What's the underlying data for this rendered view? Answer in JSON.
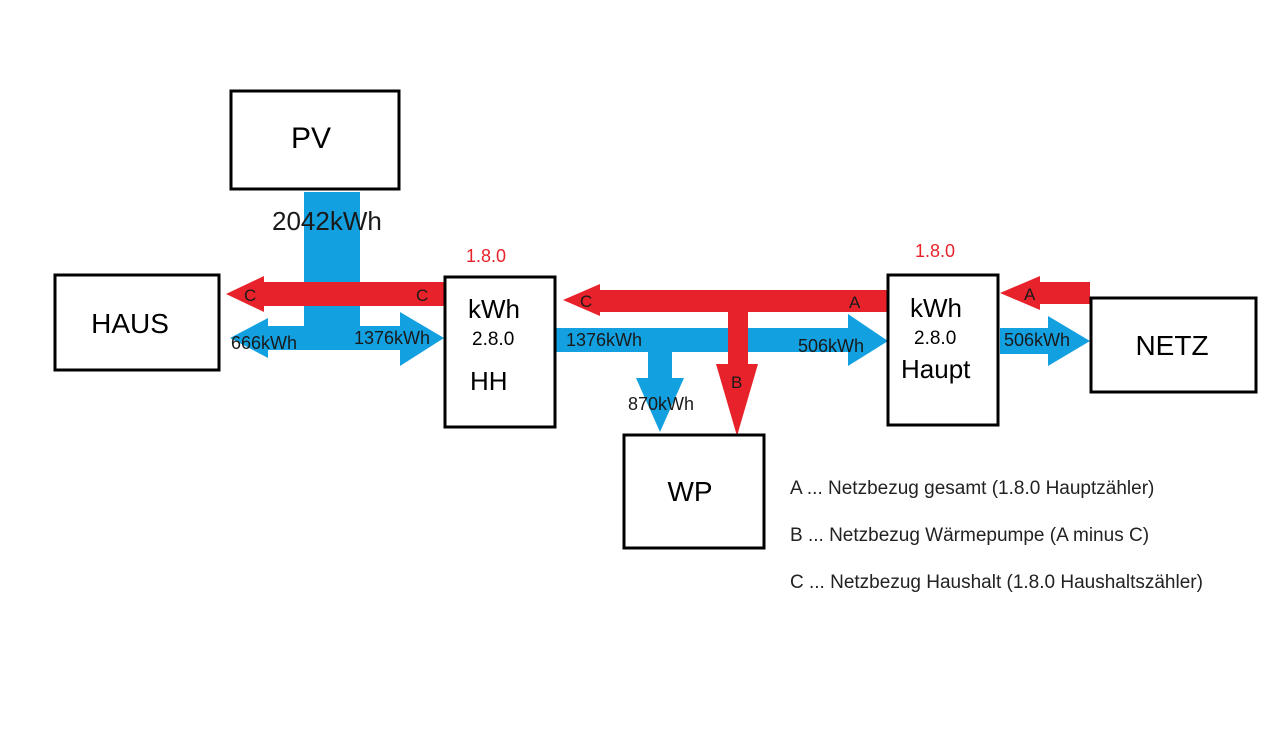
{
  "colors": {
    "export": "#12a0e0",
    "import": "#e8222a",
    "box_border": "#000000"
  },
  "boxes": {
    "pv": "PV",
    "haus": "HAUS",
    "hh": {
      "line1": "kWh",
      "line2": "2.8.0",
      "line3": "HH"
    },
    "haupt": {
      "line1": "kWh",
      "line2": "2.8.0",
      "line3": "Haupt"
    },
    "wp": "WP",
    "netz": "NETZ"
  },
  "meter_codes": {
    "hh": "1.8.0",
    "haupt": "1.8.0"
  },
  "flows": {
    "pv_total": "2042kWh",
    "haus": "666kWh",
    "to_hh": "1376kWh",
    "from_hh": "1376kWh",
    "wp": "870kWh",
    "to_haupt": "506kWh",
    "to_netz": "506kWh"
  },
  "arrow_labels": {
    "a1": "A",
    "a2": "A",
    "b": "B",
    "c1": "C",
    "c2": "C",
    "c3": "C"
  },
  "legend": [
    "A ... Netzbezug gesamt (1.8.0 Hauptzähler)",
    "B ... Netzbezug Wärmepumpe (A minus C)",
    "C ... Netzbezug Haushalt (1.8.0 Haushaltszähler)"
  ]
}
